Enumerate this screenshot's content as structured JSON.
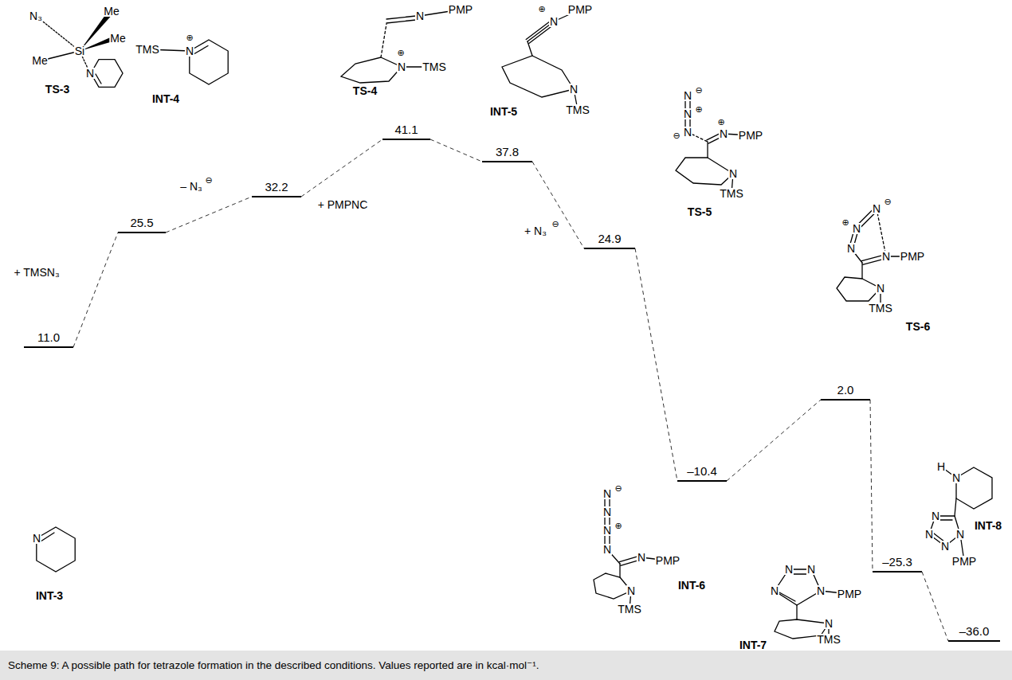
{
  "diagram": {
    "caption": "Scheme 9: A possible path for tetrazole formation in the described conditions. Values reported are in kcal·mol⁻¹.",
    "nodes": [
      {
        "text": [
          "11.0"
        ]
      },
      {
        "text": [
          "25.5"
        ]
      },
      {
        "text": [
          "32.2"
        ]
      },
      {
        "text": [
          "41.1"
        ]
      },
      {
        "text": [
          "37.8"
        ]
      },
      {
        "text": [
          "24.9"
        ]
      },
      {
        "text": [
          "–10.4"
        ]
      },
      {
        "text": [
          "2.0"
        ]
      },
      {
        "text": [
          "–25.3"
        ]
      },
      {
        "text": [
          "–36.0"
        ]
      }
    ],
    "edges": [
      {
        "from": 0,
        "to": 1,
        "arrow": "none"
      },
      {
        "from": 1,
        "to": 2,
        "arrow": "none"
      },
      {
        "from": 2,
        "to": 3,
        "arrow": "none"
      },
      {
        "from": 3,
        "to": 4,
        "arrow": "none"
      },
      {
        "from": 4,
        "to": 5,
        "arrow": "none"
      },
      {
        "from": 5,
        "to": 6,
        "arrow": "none"
      },
      {
        "from": 6,
        "to": 7,
        "arrow": "none"
      },
      {
        "from": 7,
        "to": 8,
        "arrow": "none"
      },
      {
        "from": 8,
        "to": 9,
        "arrow": "none"
      }
    ],
    "labels": [
      "TS-3",
      "N₃",
      "Si",
      "Me",
      "Me",
      "Me",
      "N",
      "TMS",
      "⊕",
      "N",
      "INT-4",
      "+ TMSN₃",
      "– N₃",
      "⊖",
      "+ PMPNC",
      "N",
      "PMP",
      "⊕",
      "N",
      "TMS",
      "TS-4",
      "⊕",
      "N",
      "PMP",
      "N",
      "TMS",
      "INT-5",
      "+ N₃",
      "⊖",
      "N",
      "⊖",
      "N",
      "⊕",
      "N",
      "⊖",
      "⊕",
      "N",
      "PMP",
      "N",
      "TMS",
      "TS-5",
      "N",
      "N",
      "⊕",
      "N",
      "⊖",
      "N",
      "PMP",
      "N",
      "TMS",
      "TS-6",
      "N",
      "⊖",
      "N",
      "N",
      "⊕",
      "N",
      "N",
      "PMP",
      "N",
      "TMS",
      "INT-6",
      "N",
      "N",
      "N",
      "N",
      "PMP",
      "N",
      "TMS",
      "INT-7",
      "H",
      "N",
      "N",
      "N",
      "N",
      "N",
      "PMP",
      "INT-8",
      "N",
      "INT-3"
    ]
  }
}
